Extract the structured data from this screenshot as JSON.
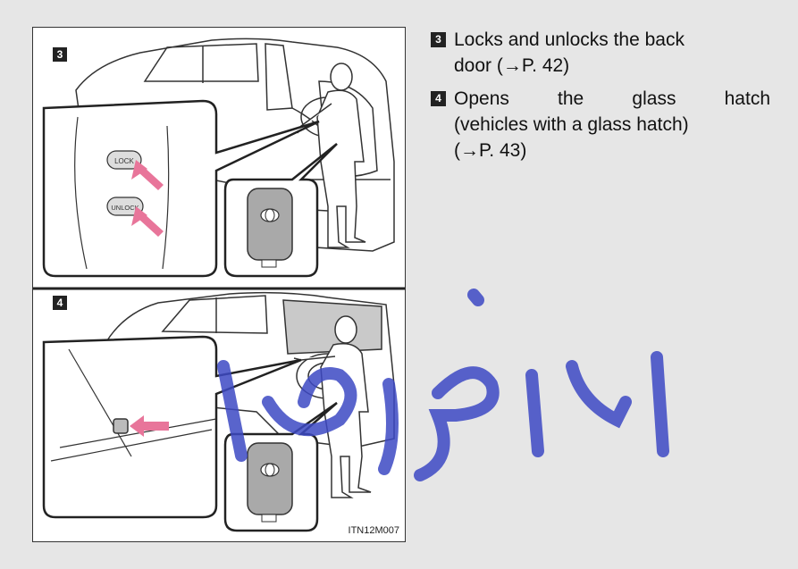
{
  "figure": {
    "badge_top": "3",
    "badge_bottom": "4",
    "btn_lock": "LOCK",
    "btn_unlock": "UNLOCK",
    "code": "ITN12M007"
  },
  "items": [
    {
      "badge": "3",
      "line1": "Locks and unlocks the back",
      "line2": "door (→P. 42)"
    },
    {
      "badge": "4",
      "line1_words": [
        "Opens",
        "the",
        "glass",
        "hatch"
      ],
      "line2": "(vehicles with a glass hatch)",
      "line3": "(→P. 43)"
    }
  ],
  "colors": {
    "background": "#e6e6e6",
    "arrow": "#e8759a",
    "watermark": "#3d49c4"
  }
}
